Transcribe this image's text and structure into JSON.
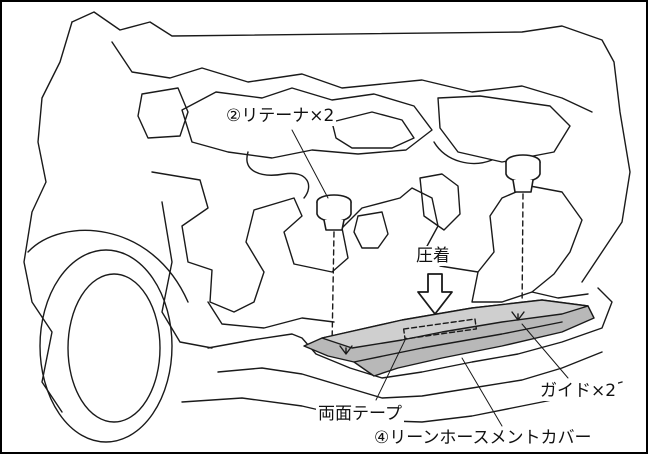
{
  "labels": {
    "retainer": "②リテーナ×2",
    "press": "圧着",
    "guide": "ガイド×2",
    "tape": "両面テープ",
    "cover": "④リーンホースメントカバー"
  },
  "colors": {
    "line": "#1a1a1a",
    "cover_fill": "#b8b8b8",
    "cover_top": "#cfcfcf",
    "background": "#ffffff"
  }
}
